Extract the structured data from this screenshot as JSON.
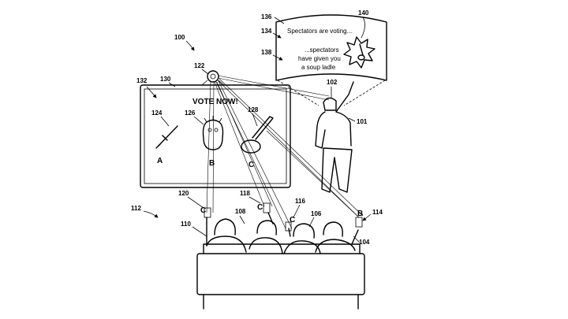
{
  "references": {
    "r100": "100",
    "r101": "101",
    "r102": "102",
    "r104": "104",
    "r106": "106",
    "r108": "108",
    "r110": "110",
    "r112": "112",
    "r114": "114",
    "r116": "116",
    "r118": "118",
    "r120": "120",
    "r122": "122",
    "r124": "124",
    "r126": "126",
    "r128": "128",
    "r130": "130",
    "r132": "132",
    "r134": "134",
    "r136": "136",
    "r138": "138",
    "r140": "140"
  },
  "screen": {
    "title": "VOTE NOW!",
    "options": [
      "A",
      "B",
      "C"
    ]
  },
  "hmd_view": {
    "status": "Spectators are voting...",
    "result_line1": "...spectators",
    "result_line2": "have given you",
    "result_line3": "a soup ladle"
  },
  "spectator_votes": {
    "v120": "C",
    "v118": "C",
    "v116": "C",
    "v114": "B"
  }
}
